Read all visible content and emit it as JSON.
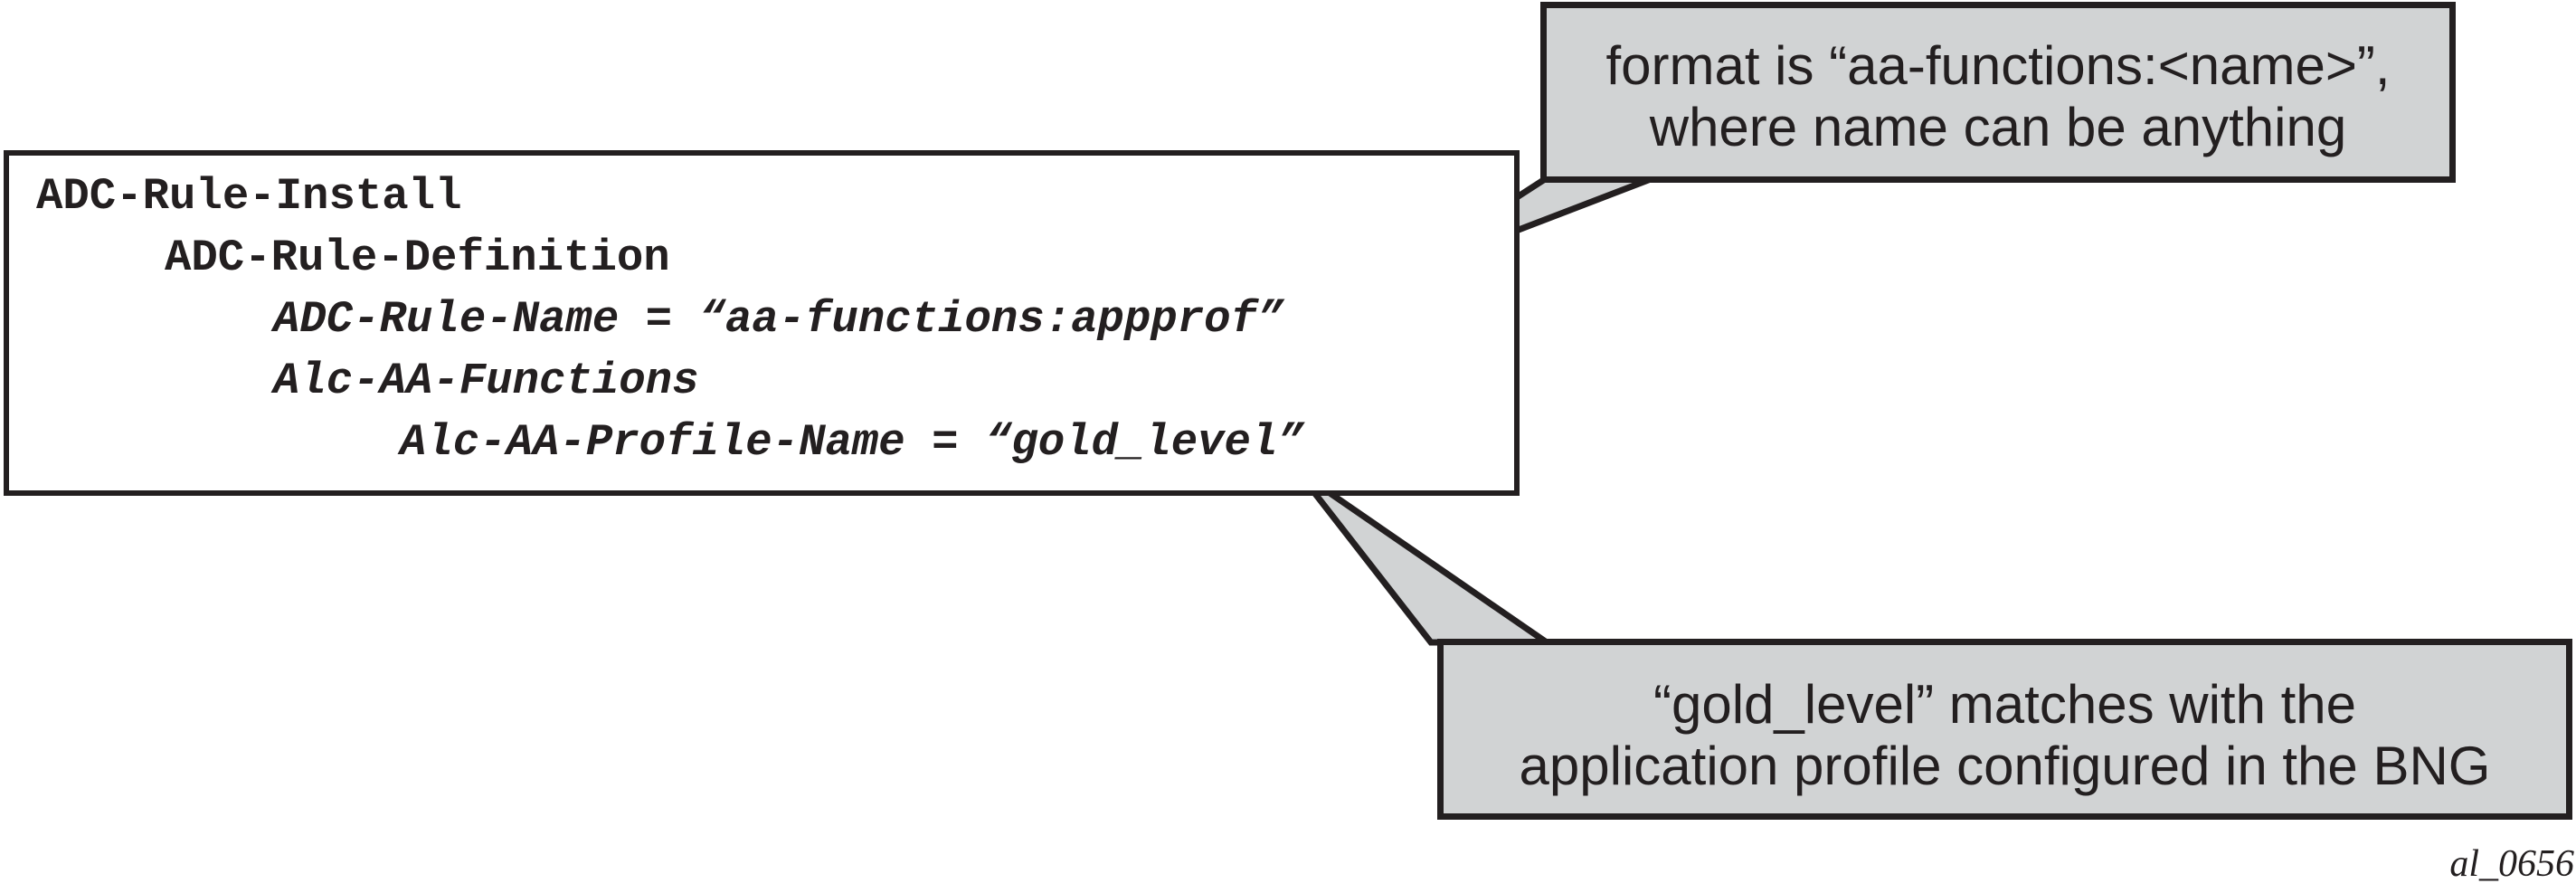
{
  "code": {
    "lines": [
      "ADC-Rule-Install",
      "ADC-Rule-Definition",
      "ADC-Rule-Name = “aa-functions:appprof”",
      "Alc-AA-Functions",
      "Alc-AA-Profile-Name = “gold_level”"
    ]
  },
  "callouts": {
    "top": {
      "line1": "format is “aa-functions:<name>”,",
      "line2": "where name can be anything"
    },
    "bottom": {
      "line1": "“gold_level” matches with the",
      "line2": "application profile configured in the BNG"
    }
  },
  "figure_id": "al_0656",
  "colors": {
    "stroke": "#231f20",
    "callout_fill": "#d1d3d4",
    "background": "#ffffff"
  }
}
